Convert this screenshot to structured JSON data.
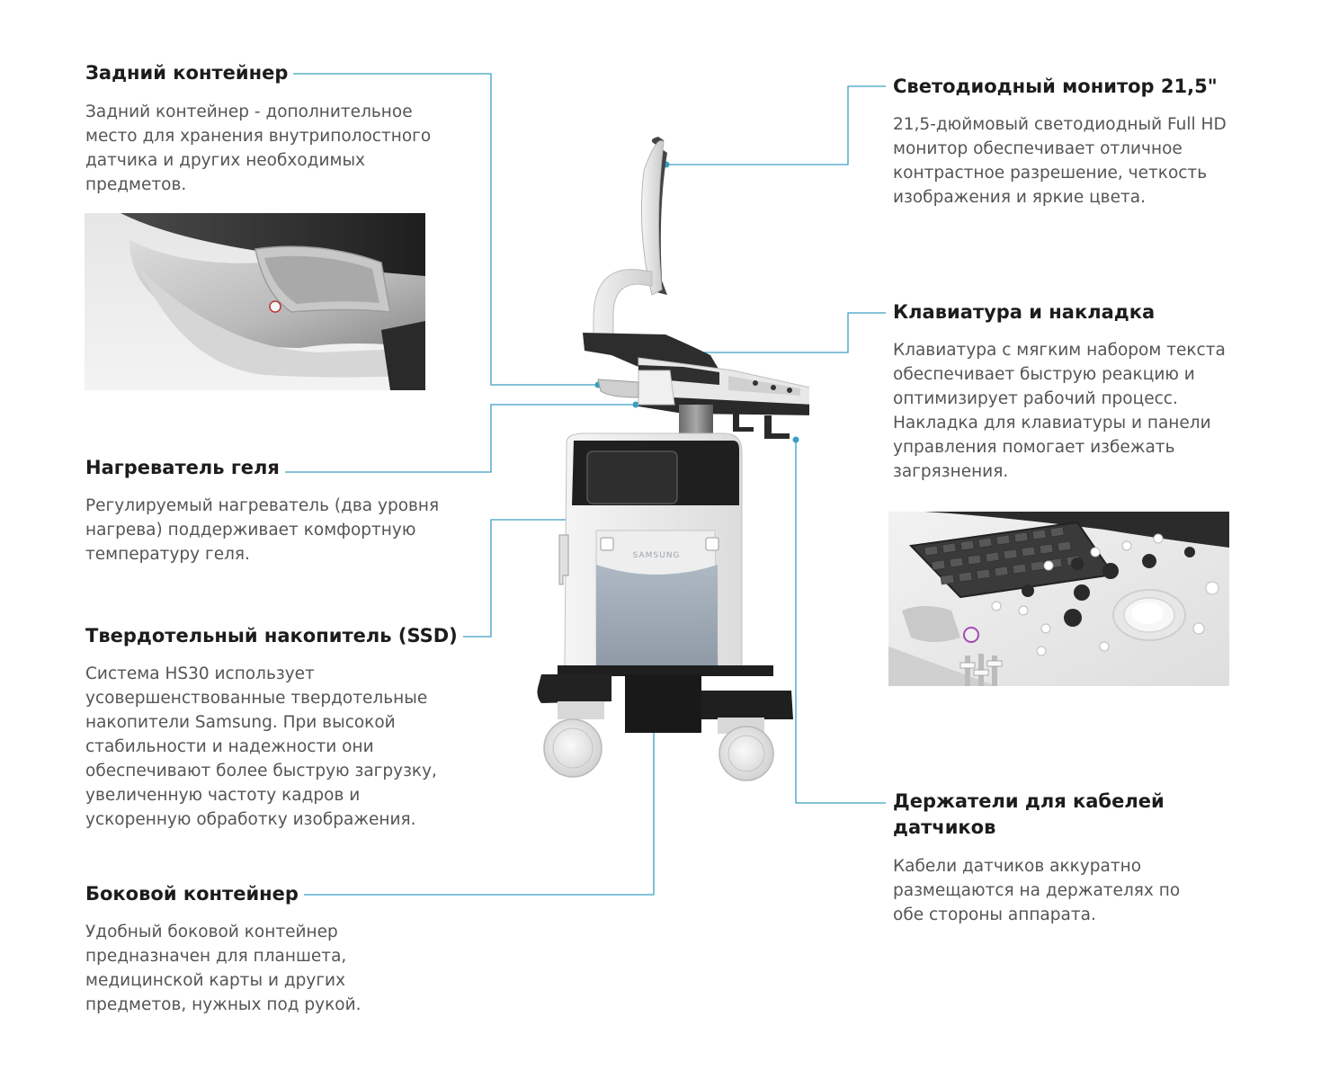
{
  "features": {
    "rear_container": {
      "title": "Задний контейнер",
      "desc": "Задний контейнер - дополнительное место для хранения внутриполостного датчика и других необходимых предметов."
    },
    "gel_warmer": {
      "title": "Нагреватель геля",
      "desc": "Регулируемый нагреватель (два уровня нагрева) поддерживает комфортную температуру геля."
    },
    "ssd": {
      "title": "Твердотельный накопитель (SSD)",
      "desc": "Система HS30 использует усовершенствованные твердотельные накопители Samsung. При высокой стабильности и надежности они обеспечивают более быструю загрузку, увеличенную частоту кадров и ускоренную обработку изображения."
    },
    "side_container": {
      "title": "Боковой контейнер",
      "desc": "Удобный боковой контейнер предназначен для планшета, медицинской карты и других предметов, нужных под рукой."
    },
    "monitor": {
      "title": "Светодиодный монитор 21,5\"",
      "desc": "21,5-дюймовый светодиодный Full HD монитор обеспечивает отличное контрастное разрешение, четкость изображения и яркие цвета."
    },
    "keyboard": {
      "title": "Клавиатура и накладка",
      "desc": "Клавиатура с мягким набором текста обеспечивает быструю реакцию и оптимизирует рабочий процесс. Накладка для клавиатуры и панели управления помогает избежать загрязнения."
    },
    "cable_holders": {
      "title": "Держатели для кабелей датчиков",
      "desc": "Кабели датчиков аккуратно размещаются на держателях по обе стороны аппарата."
    }
  },
  "brand": "SAMSUNG",
  "colors": {
    "leader_line": "#3a9fc2",
    "title": "#1c1c1c",
    "body": "#555555"
  }
}
